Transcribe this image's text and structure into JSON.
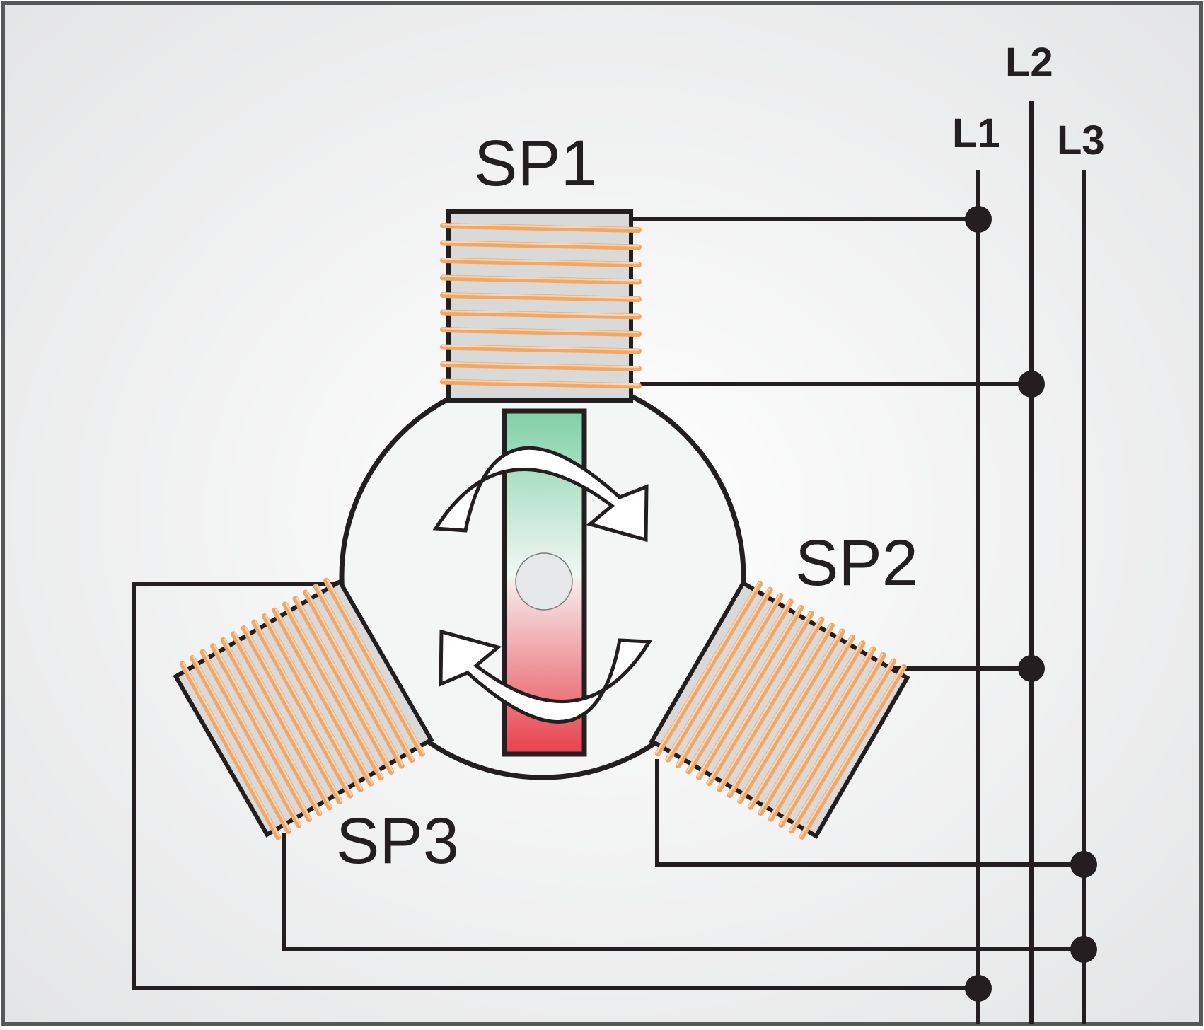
{
  "diagram": {
    "coils": [
      {
        "id": "sp1",
        "label": "SP1"
      },
      {
        "id": "sp2",
        "label": "SP2"
      },
      {
        "id": "sp3",
        "label": "SP3"
      }
    ],
    "lines": [
      {
        "id": "l1",
        "label": "L1"
      },
      {
        "id": "l2",
        "label": "L2"
      },
      {
        "id": "l3",
        "label": "L3"
      }
    ]
  },
  "colors": {
    "wire": "#231f20",
    "winding": "#f0a868",
    "core": "#d9d9d9",
    "rotor_north": "#7fd0a6",
    "rotor_south": "#e8414b",
    "background": "#f2f2f2"
  }
}
